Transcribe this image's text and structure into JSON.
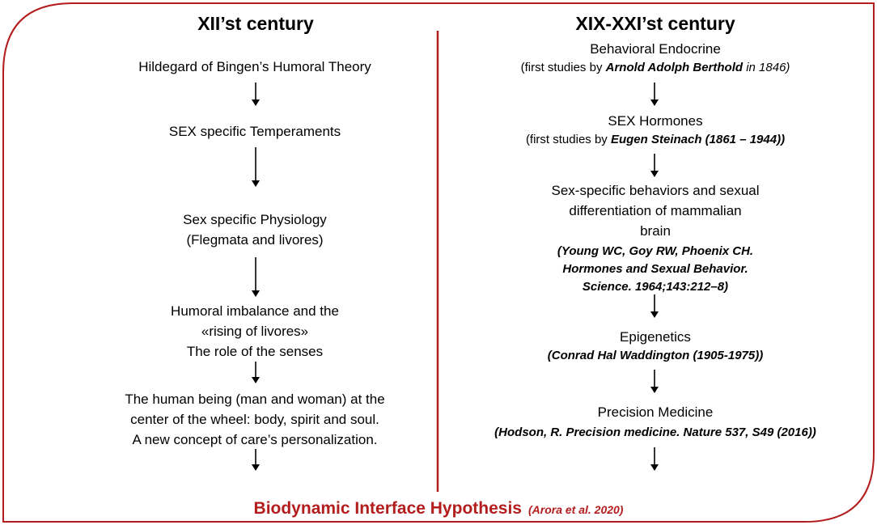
{
  "theme": {
    "frame_color": "#b31d1d",
    "footer_color": "#b31d1d",
    "text_color": "#000000"
  },
  "left": {
    "title": "XII’st century",
    "nodes": [
      {
        "lines": [
          "Hildegard of Bingen’s Humoral Theory"
        ]
      },
      {
        "lines": [
          "SEX specific Temperaments"
        ]
      },
      {
        "lines": [
          "Sex specific Physiology",
          "(Flegmata and livores)"
        ]
      },
      {
        "lines": [
          "Humoral imbalance and the",
          "«rising of livores»",
          "The role of the senses"
        ]
      },
      {
        "lines": [
          "The human being (man and woman) at the",
          "center of the wheel: body, spirit and soul.",
          "A new concept of care’s personalization."
        ]
      }
    ]
  },
  "right": {
    "title": "XIX-XXI’st century",
    "nodes": [
      {
        "line1": "Behavioral Endocrine",
        "ref_prefix": "(first studies by ",
        "ref_name": "Arnold Adolph Berthold",
        "ref_suffix": " in 1846)"
      },
      {
        "line1": "SEX Hormones",
        "ref_prefix": "(first studies by ",
        "ref_name": "Eugen Steinach (1861 – 1944))"
      },
      {
        "lines": [
          "Sex-specific behaviors and sexual",
          "differentiation  of mammalian",
          "brain"
        ],
        "refs": [
          "(Young WC, Goy RW, Phoenix CH.",
          "Hormones and Sexual Behavior.",
          "Science. 1964;143:212–8)"
        ]
      },
      {
        "line1": "Epigenetics",
        "ref": "(Conrad Hal Waddington (1905-1975))"
      },
      {
        "line1": "Precision Medicine",
        "ref": "(Hodson, R. Precision medicine. Nature 537, S49 (2016))"
      }
    ]
  },
  "footer": {
    "main": "Biodynamic Interface Hypothesis",
    "ref": "(Arora et al. 2020)"
  },
  "icons": {
    "arrow": "down-arrow-icon"
  }
}
